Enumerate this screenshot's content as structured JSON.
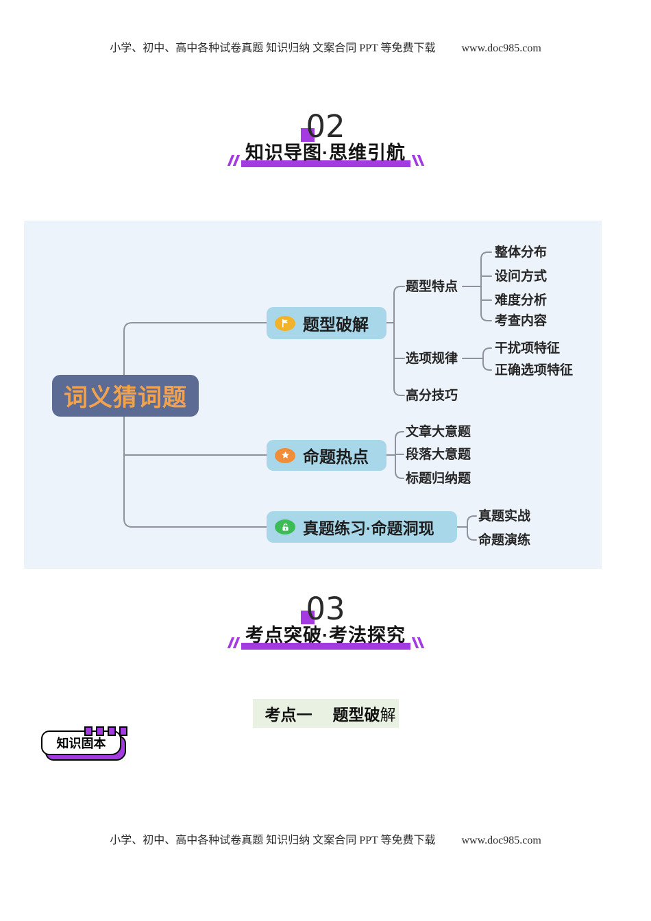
{
  "header": {
    "promo_text": "小学、初中、高中各种试卷真题 知识归纳 文案合同 PPT 等免费下载",
    "site_url": "www.doc985.com"
  },
  "footer": {
    "promo_text": "小学、初中、高中各种试卷真题 知识归纳 文案合同 PPT 等免费下载",
    "site_url": "www.doc985.com"
  },
  "section2": {
    "number": "02",
    "title": "知识导图·思维引航"
  },
  "section3": {
    "number": "03",
    "title": "考点突破·考法探究"
  },
  "mindmap": {
    "root": "词义猜词题",
    "branches": [
      {
        "label": "题型破解",
        "icon": "flag-icon"
      },
      {
        "label": "命题热点",
        "icon": "star-icon"
      },
      {
        "label": "真题练习·命题洞现",
        "icon": "lock-icon"
      }
    ],
    "level2": [
      {
        "label": "题型特点"
      },
      {
        "label": "选项规律"
      },
      {
        "label": "高分技巧"
      }
    ],
    "leaves": [
      "整体分布",
      "设问方式",
      "难度分析",
      "考查内容",
      "干扰项特征",
      "正确选项特征",
      "文章大意题",
      "段落大意题",
      "标题归纳题",
      "真题实战",
      "命题演练"
    ]
  },
  "topic": {
    "prefix": "考点一",
    "bold": "题型破",
    "light": "解"
  },
  "badge": {
    "label": "知识固本"
  },
  "colors": {
    "accent_purple": "#A43BE0",
    "panel_bg": "#EDF3FA",
    "root_bg": "#5B6B94",
    "root_text": "#F0A24F",
    "branch_bg": "#A7D7E9",
    "flag_icon_bg": "#F2B32B",
    "star_icon_bg": "#EF8D38",
    "lock_icon_bg": "#3DBB57",
    "connector": "#8D929C",
    "topic_bg": "#E9F1E3"
  }
}
